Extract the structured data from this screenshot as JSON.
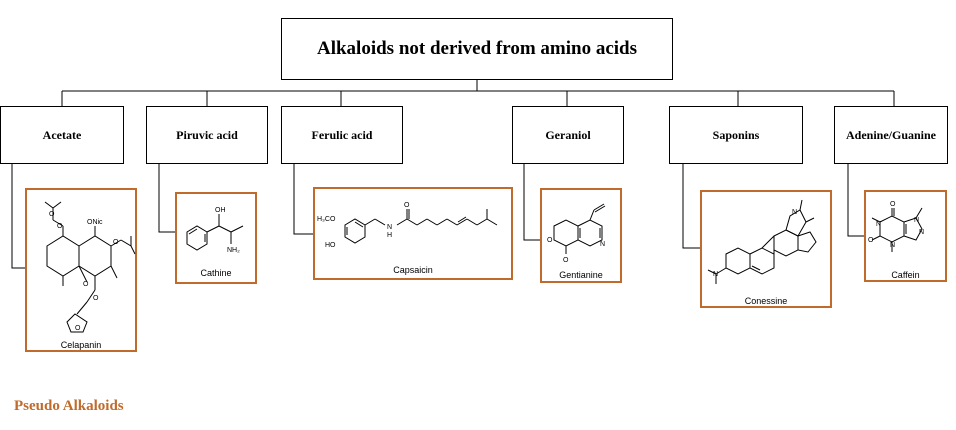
{
  "title": "Alkaloids not derived from amino acids",
  "categories": [
    {
      "label": "Acetate",
      "compound": "Celapanin"
    },
    {
      "label": "Piruvic acid",
      "compound": "Cathine"
    },
    {
      "label": "Ferulic acid",
      "compound": "Capsaicin"
    },
    {
      "label": "Geraniol",
      "compound": "Gentianine"
    },
    {
      "label": "Saponins",
      "compound": "Conessine"
    },
    {
      "label": "Adenine/Guanine",
      "compound": "Caffein"
    }
  ],
  "atom_labels": {
    "celapanin": [
      "ONic",
      "O",
      "O",
      "O",
      "O",
      "O",
      "O"
    ],
    "cathine": [
      "OH",
      "NH₂"
    ],
    "capsaicin": [
      "H₃CO",
      "HO",
      "N",
      "H",
      "O"
    ],
    "gentianine": [
      "N",
      "O",
      "O"
    ],
    "conessine": [
      "N",
      "N"
    ],
    "caffein": [
      "O",
      "N",
      "N",
      "N",
      "N",
      "O"
    ]
  },
  "footer": "Pseudo Alkaloids",
  "colors": {
    "accent": "#c06a2b",
    "line": "#000000"
  }
}
